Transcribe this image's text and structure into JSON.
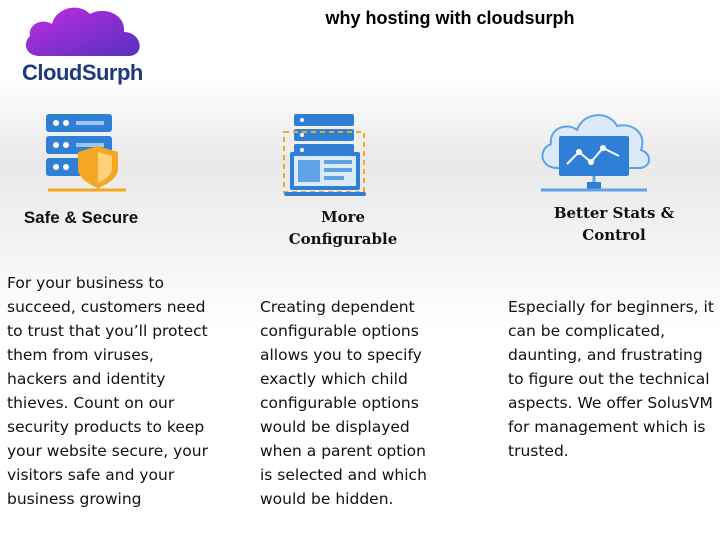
{
  "brand": {
    "name": "CloudSurph"
  },
  "slide": {
    "title": "why hosting with cloudsurph"
  },
  "features": [
    {
      "icon": "secure-server-shield-icon",
      "title": "Safe & Secure",
      "body": "For your business to succeed, customers need to trust that you’ll protect them from viruses, hackers and identity thieves. Count on our security products to keep your website secure, your visitors safe and your business growing"
    },
    {
      "icon": "server-monitor-icon",
      "title": "More Configurable",
      "body": "Creating dependent configurable options allows you to specify exactly which child configurable options would be displayed when a parent option is selected and which would be hidden."
    },
    {
      "icon": "cloud-stats-icon",
      "title": "Better Stats & Control",
      "body": "Especially for beginners, it can be complicated, daunting, and frustrating to figure out the technical aspects. We offer SolusVM for management which is trusted."
    }
  ],
  "colors": {
    "logo_gradient_start": "#b02ad6",
    "logo_gradient_end": "#5a2fc2",
    "logo_text": "#1f3a7a",
    "server_blue": "#2f7fd6",
    "shield_orange": "#f5a623"
  }
}
